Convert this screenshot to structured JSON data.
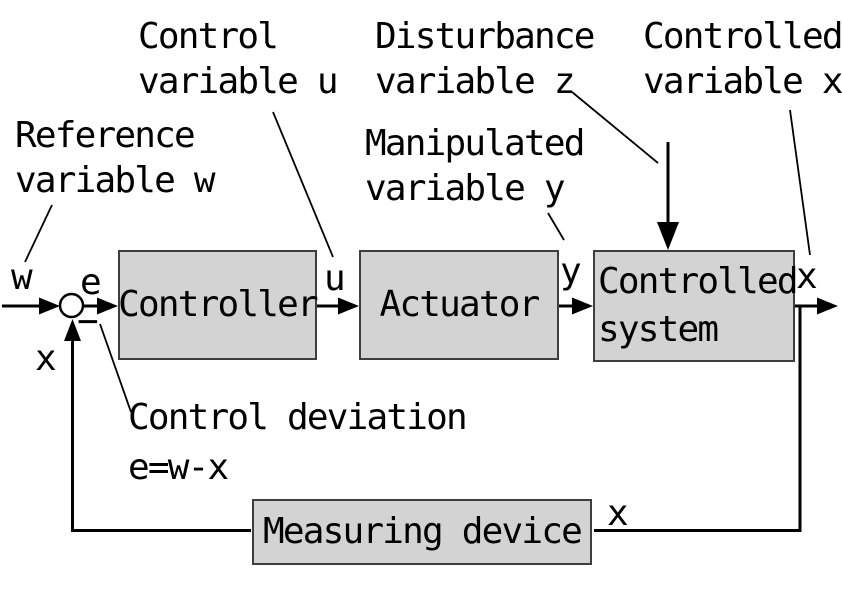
{
  "diagram": {
    "type": "block-diagram",
    "subject": "Feedback control loop",
    "colors": {
      "background": "#ffffff",
      "box_fill": "#d3d3d3",
      "box_border": "#3e3e3e",
      "line": "#000000"
    },
    "blocks": {
      "controller": "Controller",
      "actuator": "Actuator",
      "controlled_system": "Controlled\nsystem",
      "measuring_device": "Measuring device"
    },
    "annotations": {
      "control_variable": "Control\nvariable u",
      "disturbance_variable": "Disturbance\nvariable z",
      "controlled_variable": "Controlled\nvariable x",
      "reference_variable": "Reference\nvariable w",
      "manipulated_variable": "Manipulated\nvariable y",
      "control_deviation": "Control deviation\ne=w-x"
    },
    "signal_labels": {
      "w": "w",
      "e": "e",
      "u": "u",
      "y": "y",
      "x_output": "x",
      "x_feedback": "x",
      "x_measured": "x",
      "minus": "−"
    }
  }
}
